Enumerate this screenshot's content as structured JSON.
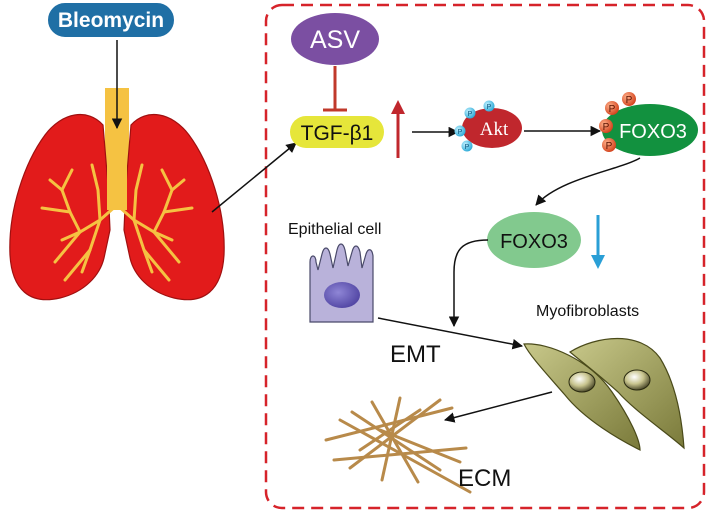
{
  "labels": {
    "bleomycin": "Bleomycin",
    "asv": "ASV",
    "tgf": "TGF-β1",
    "akt": "Akt",
    "foxo3_phos": "FOXO3",
    "foxo3": "FOXO3",
    "epithelial": "Epithelial cell",
    "myofibroblasts": "Myofibroblasts",
    "emt": "EMT",
    "ecm": "ECM",
    "phospho": "P"
  },
  "colors": {
    "bleomycin_bg": "#1f6fa5",
    "asv_bg": "#7b4fa2",
    "inhibit_line": "#c0392b",
    "tgf_bg": "#e6e63a",
    "akt_bg": "#c0272d",
    "foxo3_phos_bg": "#12913f",
    "foxo3_bg": "#82c98e",
    "up_arrow": "#c0272d",
    "down_arrow": "#2a9fd6",
    "dashed_border": "#d6232a",
    "lung": "#e21b1b",
    "airway": "#f5c242",
    "phospho_blue": "#55c3e6",
    "phospho_orange": "#e8561e",
    "ecm_fiber": "#b88a4a",
    "myofibroblast": "#9a9a55",
    "epithelial": "#b9b2da"
  },
  "indicators": {
    "tgf_change": "up",
    "foxo3_change": "down"
  }
}
